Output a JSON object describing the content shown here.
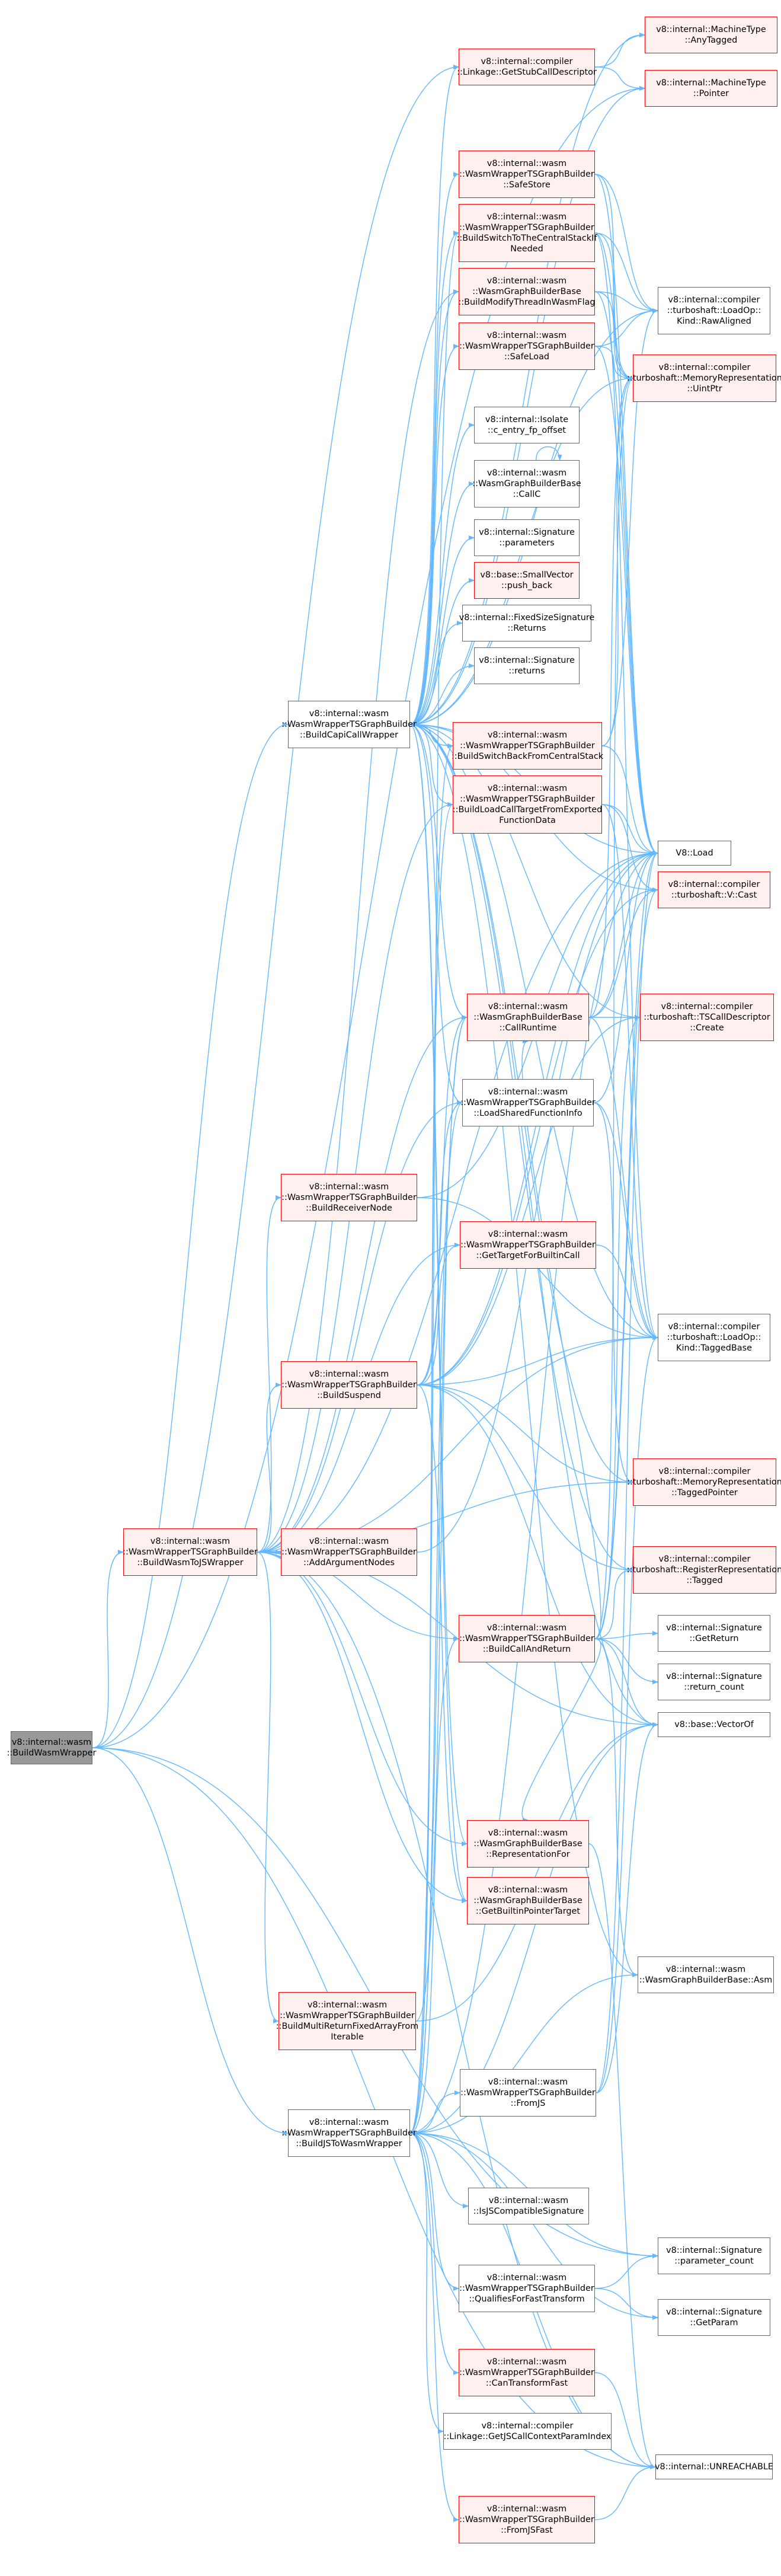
{
  "diagram": {
    "colors": {
      "edge": "#63b8ff",
      "node_border": "#666666",
      "node_fill": "#ffffff",
      "red_border": "#ff0000",
      "red_fill": "#fff0f0",
      "root_fill": "#999999"
    },
    "nodes": [
      {
        "id": "n0",
        "label": "v8::internal::wasm\n::BuildWasmWrapper",
        "style": "root"
      },
      {
        "id": "n1",
        "label": "v8::internal::wasm\n::WasmWrapperTSGraphBuilder\n::BuildWasmToJSWrapper",
        "style": "red"
      },
      {
        "id": "n2",
        "label": "v8::internal::wasm\n::WasmWrapperTSGraphBuilder\n::BuildCapiCallWrapper",
        "style": "normal"
      },
      {
        "id": "n3",
        "label": "v8::internal::wasm\n::WasmWrapperTSGraphBuilder\n::BuildJSToWasmWrapper",
        "style": "normal"
      },
      {
        "id": "n4",
        "label": "v8::internal::compiler\n::Linkage::GetStubCallDescriptor",
        "style": "red"
      },
      {
        "id": "n5",
        "label": "v8::internal::MachineType\n::AnyTagged",
        "style": "red"
      },
      {
        "id": "n6",
        "label": "v8::internal::MachineType\n::Pointer",
        "style": "red"
      },
      {
        "id": "n7",
        "label": "v8::internal::wasm\n::WasmWrapperTSGraphBuilder\n::SafeStore",
        "style": "red"
      },
      {
        "id": "n8",
        "label": "v8::internal::wasm\n::WasmWrapperTSGraphBuilder\n::BuildSwitchToTheCentralStackIf\nNeeded",
        "style": "red"
      },
      {
        "id": "n9",
        "label": "v8::internal::wasm\n::WasmGraphBuilderBase\n::BuildModifyThreadInWasmFlag",
        "style": "red"
      },
      {
        "id": "n10",
        "label": "v8::internal::wasm\n::WasmWrapperTSGraphBuilder\n::SafeLoad",
        "style": "red"
      },
      {
        "id": "n11",
        "label": "v8::internal::compiler\n::turboshaft::LoadOp::\nKind::RawAligned",
        "style": "normal"
      },
      {
        "id": "n12",
        "label": "v8::internal::compiler\n::turboshaft::MemoryRepresentation\n::UintPtr",
        "style": "red"
      },
      {
        "id": "n13",
        "label": "v8::internal::Isolate\n::c_entry_fp_offset",
        "style": "normal"
      },
      {
        "id": "n14",
        "label": "v8::internal::wasm\n::WasmGraphBuilderBase\n::CallC",
        "style": "normal"
      },
      {
        "id": "n15",
        "label": "v8::internal::Signature\n::parameters",
        "style": "normal"
      },
      {
        "id": "n16",
        "label": "v8::base::SmallVector\n::push_back",
        "style": "red"
      },
      {
        "id": "n17",
        "label": "v8::internal::FixedSizeSignature\n::Returns",
        "style": "normal"
      },
      {
        "id": "n18",
        "label": "v8::internal::Signature\n::returns",
        "style": "normal"
      },
      {
        "id": "n19",
        "label": "v8::internal::wasm\n::WasmWrapperTSGraphBuilder\n::BuildSwitchBackFromCentralStack",
        "style": "red"
      },
      {
        "id": "n20",
        "label": "v8::internal::wasm\n::WasmWrapperTSGraphBuilder\n::BuildLoadCallTargetFromExported\nFunctionData",
        "style": "red"
      },
      {
        "id": "n21",
        "label": "V8::Load",
        "style": "normal"
      },
      {
        "id": "n22",
        "label": "v8::internal::compiler\n::turboshaft::V::Cast",
        "style": "red"
      },
      {
        "id": "n23",
        "label": "v8::internal::wasm\n::WasmGraphBuilderBase\n::CallRuntime",
        "style": "red"
      },
      {
        "id": "n24",
        "label": "v8::internal::compiler\n::turboshaft::TSCallDescriptor\n::Create",
        "style": "red"
      },
      {
        "id": "n25",
        "label": "v8::internal::wasm\n::WasmWrapperTSGraphBuilder\n::LoadSharedFunctionInfo",
        "style": "normal"
      },
      {
        "id": "n26",
        "label": "v8::internal::wasm\n::WasmWrapperTSGraphBuilder\n::BuildReceiverNode",
        "style": "red"
      },
      {
        "id": "n27",
        "label": "v8::internal::wasm\n::WasmWrapperTSGraphBuilder\n::GetTargetForBuiltinCall",
        "style": "red"
      },
      {
        "id": "n28",
        "label": "v8::internal::wasm\n::WasmWrapperTSGraphBuilder\n::BuildSuspend",
        "style": "red"
      },
      {
        "id": "n29",
        "label": "v8::internal::compiler\n::turboshaft::LoadOp::\nKind::TaggedBase",
        "style": "normal"
      },
      {
        "id": "n30",
        "label": "v8::internal::compiler\n::turboshaft::MemoryRepresentation\n::TaggedPointer",
        "style": "red"
      },
      {
        "id": "n31",
        "label": "v8::internal::wasm\n::WasmWrapperTSGraphBuilder\n::AddArgumentNodes",
        "style": "red"
      },
      {
        "id": "n32",
        "label": "v8::internal::compiler\n::turboshaft::RegisterRepresentation\n::Tagged",
        "style": "red"
      },
      {
        "id": "n33",
        "label": "v8::internal::wasm\n::WasmWrapperTSGraphBuilder\n::BuildCallAndReturn",
        "style": "red"
      },
      {
        "id": "n34",
        "label": "v8::internal::Signature\n::GetReturn",
        "style": "normal"
      },
      {
        "id": "n35",
        "label": "v8::internal::Signature\n::return_count",
        "style": "normal"
      },
      {
        "id": "n36",
        "label": "v8::base::VectorOf",
        "style": "normal"
      },
      {
        "id": "n37",
        "label": "v8::internal::wasm\n::WasmGraphBuilderBase\n::RepresentationFor",
        "style": "red"
      },
      {
        "id": "n38",
        "label": "v8::internal::wasm\n::WasmGraphBuilderBase\n::GetBuiltinPointerTarget",
        "style": "red"
      },
      {
        "id": "n39",
        "label": "v8::internal::wasm\n::WasmGraphBuilderBase::Asm",
        "style": "normal"
      },
      {
        "id": "n40",
        "label": "v8::internal::wasm\n::WasmWrapperTSGraphBuilder\n::BuildMultiReturnFixedArrayFrom\nIterable",
        "style": "red"
      },
      {
        "id": "n41",
        "label": "v8::internal::wasm\n::WasmWrapperTSGraphBuilder\n::FromJS",
        "style": "normal"
      },
      {
        "id": "n42",
        "label": "v8::internal::wasm\n::IsJSCompatibleSignature",
        "style": "normal"
      },
      {
        "id": "n43",
        "label": "v8::internal::Signature\n::parameter_count",
        "style": "normal"
      },
      {
        "id": "n44",
        "label": "v8::internal::wasm\n::WasmWrapperTSGraphBuilder\n::QualifiesForFastTransform",
        "style": "normal"
      },
      {
        "id": "n45",
        "label": "v8::internal::Signature\n::GetParam",
        "style": "normal"
      },
      {
        "id": "n46",
        "label": "v8::internal::wasm\n::WasmWrapperTSGraphBuilder\n::CanTransformFast",
        "style": "red"
      },
      {
        "id": "n47",
        "label": "v8::internal::compiler\n::Linkage::GetJSCallContextParamIndex",
        "style": "normal"
      },
      {
        "id": "n48",
        "label": "v8::internal::UNREACHABLE",
        "style": "normal"
      },
      {
        "id": "n49",
        "label": "v8::internal::wasm\n::WasmWrapperTSGraphBuilder\n::FromJSFast",
        "style": "red"
      }
    ],
    "edges": [
      [
        "n0",
        "n1"
      ],
      [
        "n0",
        "n2"
      ],
      [
        "n0",
        "n3"
      ],
      [
        "n0",
        "n4"
      ],
      [
        "n0",
        "n6"
      ],
      [
        "n0",
        "n43"
      ],
      [
        "n0",
        "n48"
      ],
      [
        "n1",
        "n26"
      ],
      [
        "n1",
        "n28"
      ],
      [
        "n1",
        "n31"
      ],
      [
        "n1",
        "n33"
      ],
      [
        "n1",
        "n40"
      ],
      [
        "n1",
        "n23"
      ],
      [
        "n1",
        "n25"
      ],
      [
        "n1",
        "n20"
      ],
      [
        "n1",
        "n27"
      ],
      [
        "n1",
        "n37"
      ],
      [
        "n1",
        "n38"
      ],
      [
        "n1",
        "n21"
      ],
      [
        "n1",
        "n29"
      ],
      [
        "n1",
        "n30"
      ],
      [
        "n1",
        "n36"
      ],
      [
        "n1",
        "n48"
      ],
      [
        "n1",
        "n9"
      ],
      [
        "n2",
        "n4"
      ],
      [
        "n2",
        "n5"
      ],
      [
        "n2",
        "n6"
      ],
      [
        "n2",
        "n7"
      ],
      [
        "n2",
        "n8"
      ],
      [
        "n2",
        "n9"
      ],
      [
        "n2",
        "n10"
      ],
      [
        "n2",
        "n11"
      ],
      [
        "n2",
        "n12"
      ],
      [
        "n2",
        "n13"
      ],
      [
        "n2",
        "n14"
      ],
      [
        "n2",
        "n15"
      ],
      [
        "n2",
        "n16"
      ],
      [
        "n2",
        "n17"
      ],
      [
        "n2",
        "n18"
      ],
      [
        "n2",
        "n19"
      ],
      [
        "n2",
        "n20"
      ],
      [
        "n2",
        "n21"
      ],
      [
        "n2",
        "n22"
      ],
      [
        "n2",
        "n23"
      ],
      [
        "n2",
        "n24"
      ],
      [
        "n2",
        "n25"
      ],
      [
        "n2",
        "n29"
      ],
      [
        "n2",
        "n30"
      ],
      [
        "n2",
        "n32"
      ],
      [
        "n2",
        "n36"
      ],
      [
        "n2",
        "n37"
      ],
      [
        "n2",
        "n38"
      ],
      [
        "n2",
        "n39"
      ],
      [
        "n3",
        "n41"
      ],
      [
        "n3",
        "n42"
      ],
      [
        "n3",
        "n43"
      ],
      [
        "n3",
        "n44"
      ],
      [
        "n3",
        "n45"
      ],
      [
        "n3",
        "n46"
      ],
      [
        "n3",
        "n47"
      ],
      [
        "n3",
        "n48"
      ],
      [
        "n3",
        "n49"
      ],
      [
        "n3",
        "n33"
      ],
      [
        "n3",
        "n8"
      ],
      [
        "n3",
        "n19"
      ],
      [
        "n3",
        "n20"
      ],
      [
        "n3",
        "n23"
      ],
      [
        "n3",
        "n25"
      ],
      [
        "n3",
        "n21"
      ],
      [
        "n3",
        "n36"
      ],
      [
        "n3",
        "n39"
      ],
      [
        "n4",
        "n5"
      ],
      [
        "n4",
        "n6"
      ],
      [
        "n7",
        "n11"
      ],
      [
        "n7",
        "n12"
      ],
      [
        "n7",
        "n21"
      ],
      [
        "n8",
        "n11"
      ],
      [
        "n8",
        "n12"
      ],
      [
        "n8",
        "n21"
      ],
      [
        "n8",
        "n29"
      ],
      [
        "n9",
        "n11"
      ],
      [
        "n9",
        "n12"
      ],
      [
        "n9",
        "n21"
      ],
      [
        "n10",
        "n11"
      ],
      [
        "n10",
        "n12"
      ],
      [
        "n10",
        "n21"
      ],
      [
        "n14",
        "n14"
      ],
      [
        "n19",
        "n12"
      ],
      [
        "n19",
        "n21"
      ],
      [
        "n19",
        "n11"
      ],
      [
        "n20",
        "n21"
      ],
      [
        "n20",
        "n22"
      ],
      [
        "n20",
        "n29"
      ],
      [
        "n23",
        "n24"
      ],
      [
        "n23",
        "n21"
      ],
      [
        "n23",
        "n29"
      ],
      [
        "n23",
        "n12"
      ],
      [
        "n23",
        "n22"
      ],
      [
        "n25",
        "n21"
      ],
      [
        "n25",
        "n29"
      ],
      [
        "n25",
        "n30"
      ],
      [
        "n26",
        "n21"
      ],
      [
        "n26",
        "n29"
      ],
      [
        "n27",
        "n29"
      ],
      [
        "n28",
        "n21"
      ],
      [
        "n28",
        "n22"
      ],
      [
        "n28",
        "n23"
      ],
      [
        "n28",
        "n24"
      ],
      [
        "n28",
        "n25"
      ],
      [
        "n28",
        "n27"
      ],
      [
        "n28",
        "n29"
      ],
      [
        "n28",
        "n30"
      ],
      [
        "n28",
        "n32"
      ],
      [
        "n28",
        "n36"
      ],
      [
        "n28",
        "n38"
      ],
      [
        "n31",
        "n21"
      ],
      [
        "n33",
        "n34"
      ],
      [
        "n33",
        "n35"
      ],
      [
        "n33",
        "n36"
      ],
      [
        "n33",
        "n37"
      ],
      [
        "n33",
        "n23"
      ],
      [
        "n33",
        "n24"
      ],
      [
        "n33",
        "n39"
      ],
      [
        "n33",
        "n32"
      ],
      [
        "n33",
        "n12"
      ],
      [
        "n33",
        "n21"
      ],
      [
        "n33",
        "n22"
      ],
      [
        "n37",
        "n48"
      ],
      [
        "n40",
        "n36"
      ],
      [
        "n40",
        "n23"
      ],
      [
        "n41",
        "n36"
      ],
      [
        "n41",
        "n21"
      ],
      [
        "n41",
        "n29"
      ],
      [
        "n44",
        "n45"
      ],
      [
        "n44",
        "n43"
      ],
      [
        "n46",
        "n48"
      ],
      [
        "n49",
        "n48"
      ]
    ]
  }
}
